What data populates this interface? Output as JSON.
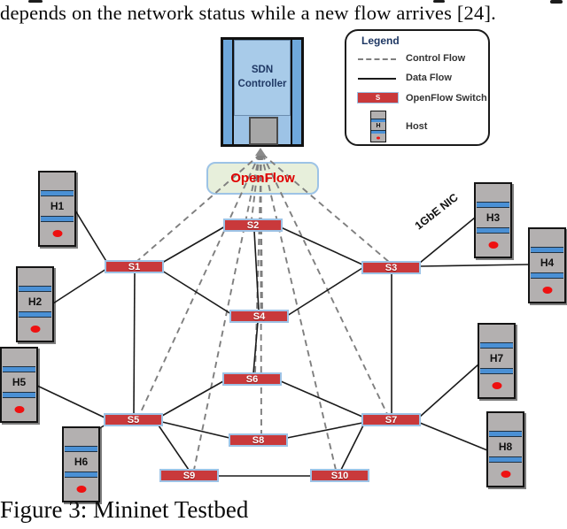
{
  "document": {
    "top_text": "depends on the network status while a new flow arrives [24].",
    "caption": "Figure 3: Mininet Testbed"
  },
  "legend": {
    "title": "Legend",
    "control_flow_label": "Control Flow",
    "data_flow_label": "Data Flow",
    "switch_label": "OpenFlow Switch",
    "switch_letter": "S",
    "host_label": "Host",
    "host_letter": "H"
  },
  "controller": {
    "line1": "SDN",
    "line2": "Controller"
  },
  "openflow": {
    "label": "OpenFlow"
  },
  "annotations": {
    "nic_label": "1GbE NIC"
  },
  "switches": [
    {
      "label": "S1"
    },
    {
      "label": "S2"
    },
    {
      "label": "S3"
    },
    {
      "label": "S4"
    },
    {
      "label": "S5"
    },
    {
      "label": "S6"
    },
    {
      "label": "S7"
    },
    {
      "label": "S8"
    },
    {
      "label": "S9"
    },
    {
      "label": "S10"
    }
  ],
  "hosts": [
    {
      "label": "H1"
    },
    {
      "label": "H2"
    },
    {
      "label": "H3"
    },
    {
      "label": "H4"
    },
    {
      "label": "H5"
    },
    {
      "label": "H6"
    },
    {
      "label": "H7"
    },
    {
      "label": "H8"
    }
  ],
  "topology": {
    "data_links": [
      "H1-S1",
      "H2-S1",
      "H5-S5",
      "H6-S5",
      "H3-S3",
      "H4-S3",
      "H7-S7",
      "H8-S7",
      "S1-S2",
      "S1-S4",
      "S1-S5",
      "S2-S3",
      "S2-S4",
      "S3-S4",
      "S3-S7",
      "S4-S6",
      "S5-S6",
      "S5-S8",
      "S5-S9",
      "S6-S7",
      "S7-S8",
      "S7-S10",
      "S9-S10"
    ],
    "control_links": [
      "Controller-S1",
      "Controller-S2",
      "Controller-S3",
      "Controller-S4",
      "Controller-S5",
      "Controller-S6",
      "Controller-S7",
      "Controller-S8",
      "Controller-S9",
      "Controller-S10"
    ],
    "nic_link": "S3-H3"
  },
  "colors": {
    "switch_fill": "#c9393b",
    "switch_border": "#9dc3e6",
    "host_fill": "#b3b0b0",
    "host_stripe": "#4a90d5",
    "host_dot": "#ee1111",
    "controller_body": "#9dc3e6",
    "controller_side": "#6fa8dc",
    "openflow_fill": "#e7efdb",
    "openflow_text": "#e00000",
    "navy_text": "#1f3864",
    "control_line": "#7f7f7f",
    "data_line": "#1a1a1a"
  }
}
